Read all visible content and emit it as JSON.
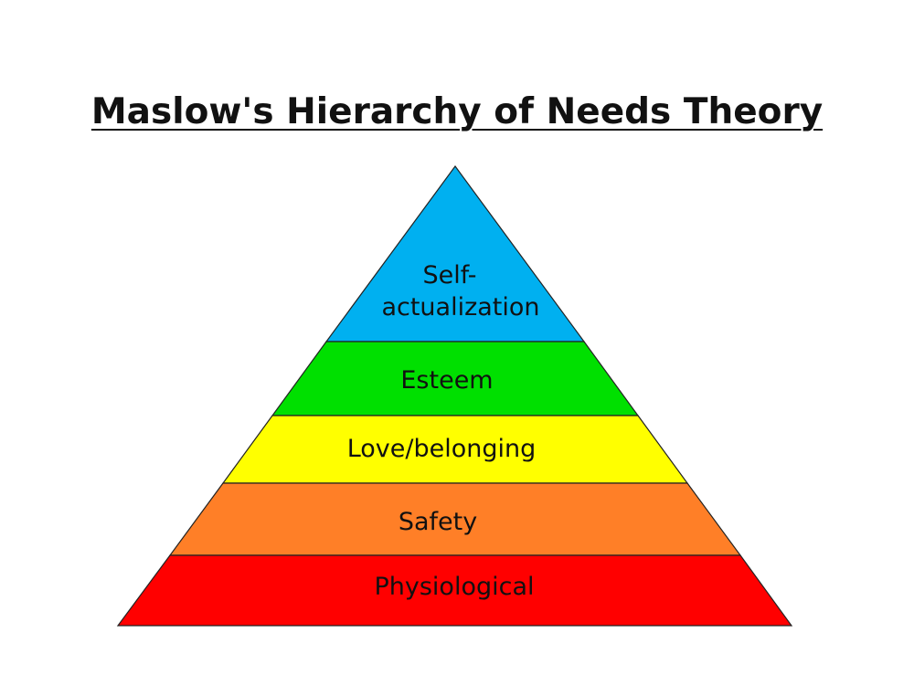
{
  "title": "Maslow's Hierarchy of Needs Theory",
  "levels": [
    {
      "name": "self-actualization",
      "lines": [
        "Self-",
        "actualization"
      ],
      "color": "#00b0f0"
    },
    {
      "name": "esteem",
      "lines": [
        "Esteem"
      ],
      "color": "#00e000"
    },
    {
      "name": "love-belonging",
      "lines": [
        "Love/belonging"
      ],
      "color": "#ffff00"
    },
    {
      "name": "safety",
      "lines": [
        "Safety"
      ],
      "color": "#ff7f27"
    },
    {
      "name": "physiological",
      "lines": [
        "Physiological"
      ],
      "color": "#ff0000"
    }
  ]
}
